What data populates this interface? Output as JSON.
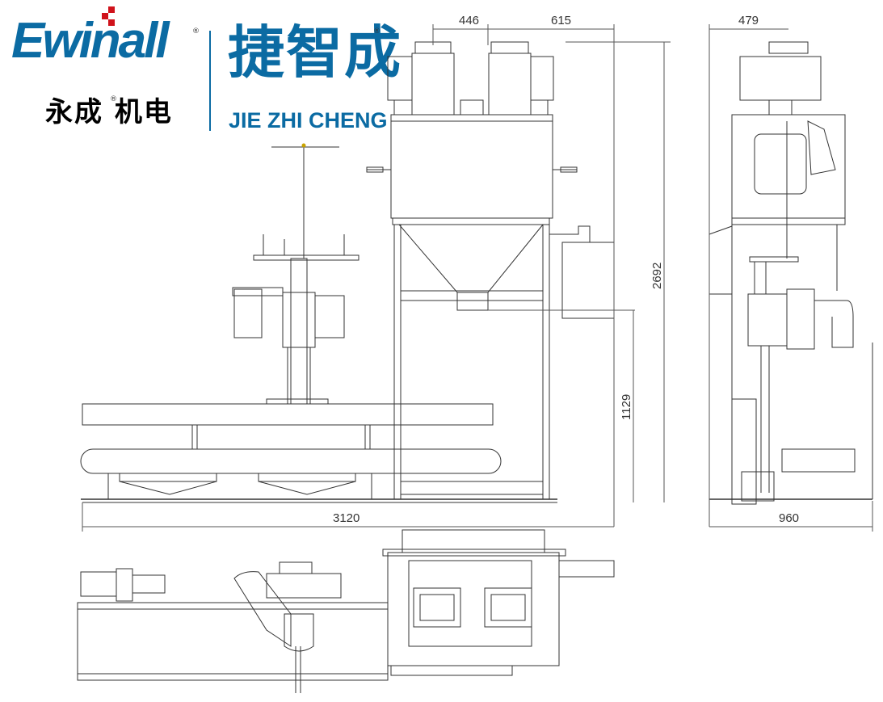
{
  "brand": {
    "logo_en": "Ewinall",
    "logo_cn_small": "永成 机电",
    "logo_cn_large": "捷智成",
    "logo_pinyin": "JIE ZHI CHENG",
    "registered_mark": "®",
    "brand_blue": "#0b6ba3",
    "brand_red": "#d0121b"
  },
  "dimensions": {
    "top_left_width": "446",
    "top_right_width": "615",
    "overall_height": "2692",
    "discharge_height": "1129",
    "overall_length": "3120",
    "side_top_width": "479",
    "side_depth": "960"
  },
  "drawing_color": "#333333"
}
